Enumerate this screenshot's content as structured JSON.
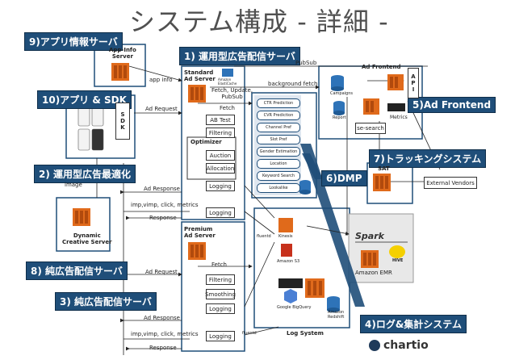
{
  "title": "システム構成 - 詳細 -",
  "callouts": {
    "c1": "1) 運用型広告配信サーバ",
    "c2": "2) 運用型広告最適化",
    "c3": "3) 純広告配信サーバ",
    "c4": "4)ログ&集計システム",
    "c5": "5)Ad Frontend",
    "c6": "6)DMP",
    "c7": "7)トラッキングシステム",
    "c8": "8) 純広告配信サーバ",
    "c9": "9)アプリ情報サーバ",
    "c10": "10)アプリ & SDK"
  },
  "labels": {
    "app_info_server": "App-Info\nServer",
    "app_info_arrow": "app info",
    "sdk": "S\nD\nK",
    "ad_request_1": "Ad Request",
    "ad_request_2": "Ad Request",
    "ad_response_1": "Ad Response",
    "ad_response_2": "Ad Response",
    "imp_1": "imp,vimp, click, metrics",
    "imp_2": "imp,vimp, click, metrics",
    "response_1": "Response",
    "response_2": "Response",
    "image": "image",
    "dynamic_creative": "Dynamic\nCreative Server",
    "standard_ad_server": "Standard\nAd Server",
    "amazon_elasticache": "Amazon\nElastiCache",
    "fetch_update": "Fetch, Update,\nPubSub",
    "pubsub": "PubSub",
    "fetch_1": "Fetch",
    "fetch_2": "Fetch",
    "ab_test": "AB Test",
    "filtering_1": "Filtering",
    "optimizer": "Optimizer",
    "auction": "Auction",
    "allocation": "Allocation",
    "logging_1": "Logging",
    "logging_2": "Logging",
    "premium_ad_server": "Premium\nAd Server",
    "filtering_2": "Filtering",
    "smoothing": "Smoothing",
    "logging_3": "Logging",
    "logging_4": "Logging",
    "background_fetch": "background fetch",
    "ad_frontend": "Ad Frontend",
    "api": "A\nP\nI",
    "campaigns": "Campaigns",
    "report": "Report",
    "metrics": "Metrics",
    "es_search": "se-search",
    "sat": "SAT",
    "external_vendors": "External Vendors",
    "kinesis": "Kinesis",
    "amazon_s3": "Amazon S3",
    "bigquery": "Google BigQuery",
    "amazon_redshift": "Amazon\nRedshift",
    "log_system": "Log System",
    "spark": "Spark",
    "hive": "HIVE",
    "amazon_emr": "Amazon EMR",
    "chartio": "chartio",
    "fluentd_1": "fluentd",
    "fluentd_2": "fluentd",
    "dmp_items": [
      "CTR Prediction",
      "CVR Prediction",
      "Channel Pref",
      "Slot Pref",
      "Gender Estimation",
      "Location",
      "Keyword Search",
      "Lookalike"
    ]
  },
  "colors": {
    "callout_bg": "#1f4e79",
    "aws_orange": "#e06a1b",
    "aws_blue": "#2e73b8",
    "dmp_line": "#1f4e79"
  }
}
